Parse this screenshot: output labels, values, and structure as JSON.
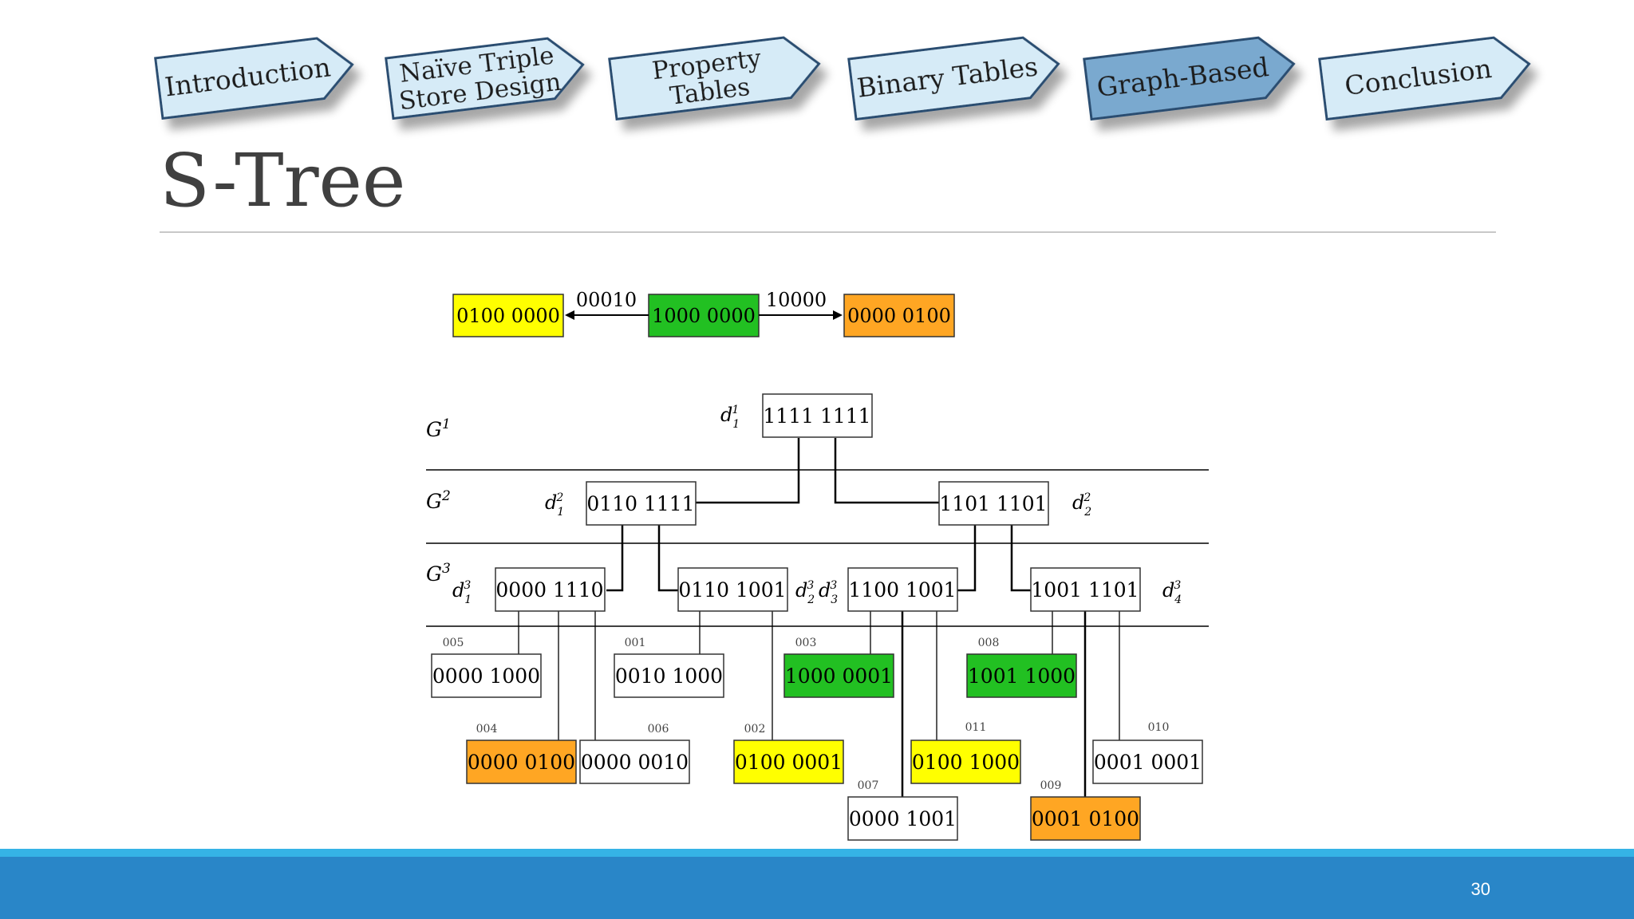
{
  "nav": {
    "tabs": [
      {
        "line1": "Introduction",
        "line2": ""
      },
      {
        "line1": "Naïve Triple",
        "line2": "Store Design"
      },
      {
        "line1": "Property",
        "line2": "Tables"
      },
      {
        "line1": "Binary Tables",
        "line2": ""
      },
      {
        "line1": "Graph-Based",
        "line2": ""
      },
      {
        "line1": "Conclusion",
        "line2": ""
      }
    ],
    "active_index": 4,
    "active_color": "#7aa9cf",
    "inactive_color": "#d6ebf7",
    "border_color": "#2b4e71"
  },
  "slide": {
    "title": "S-Tree",
    "page_number": "30"
  },
  "legend": {
    "nodes": [
      "0100 0000",
      "1000 0000",
      "0000 0100"
    ],
    "edge_labels": [
      "00010",
      "10000"
    ]
  },
  "tree": {
    "levels": [
      {
        "label": "G",
        "sup": "1"
      },
      {
        "label": "G",
        "sup": "2"
      },
      {
        "label": "G",
        "sup": "3"
      }
    ],
    "root": {
      "value": "1111 1111",
      "d": "d",
      "sub": "1",
      "sup": "1"
    },
    "level2": [
      {
        "value": "0110 1111",
        "d": "d",
        "sub": "1",
        "sup": "2"
      },
      {
        "value": "1101 1101",
        "d": "d",
        "sub": "2",
        "sup": "2"
      }
    ],
    "level3": [
      {
        "value": "0000 1110",
        "d": "d",
        "sub": "1",
        "sup": "3"
      },
      {
        "value": "0110 1001",
        "d": "d",
        "sub": "2",
        "sup": "3"
      },
      {
        "value": "1100 1001",
        "d": "d",
        "sub": "3",
        "sup": "3"
      },
      {
        "value": "1001 1101",
        "d": "d",
        "sub": "4",
        "sup": "3"
      }
    ],
    "leaves": [
      {
        "id": "005",
        "value": "0000 1000",
        "color": "white"
      },
      {
        "id": "004",
        "value": "0000 0100",
        "color": "orange"
      },
      {
        "id": "",
        "value": "0000 0010",
        "color": "white"
      },
      {
        "id": "001",
        "value": "0010 1000",
        "color": "white"
      },
      {
        "id": "006",
        "value": "",
        "color": "none"
      },
      {
        "id": "002",
        "value": "0100 0001",
        "color": "yellow"
      },
      {
        "id": "003",
        "value": "1000 0001",
        "color": "green"
      },
      {
        "id": "007",
        "value": "0000 1001",
        "color": "white"
      },
      {
        "id": "011",
        "value": "0100 1000",
        "color": "yellow"
      },
      {
        "id": "008",
        "value": "1001 1000",
        "color": "green"
      },
      {
        "id": "009",
        "value": "0001 0100",
        "color": "orange"
      },
      {
        "id": "010",
        "value": "0001 0001",
        "color": "white"
      }
    ]
  },
  "colors": {
    "yellow": "#ffff00",
    "green": "#22c022",
    "orange": "#ffa623",
    "white": "#ffffff",
    "band": "#2986c8",
    "band_line": "#35b3e6"
  }
}
